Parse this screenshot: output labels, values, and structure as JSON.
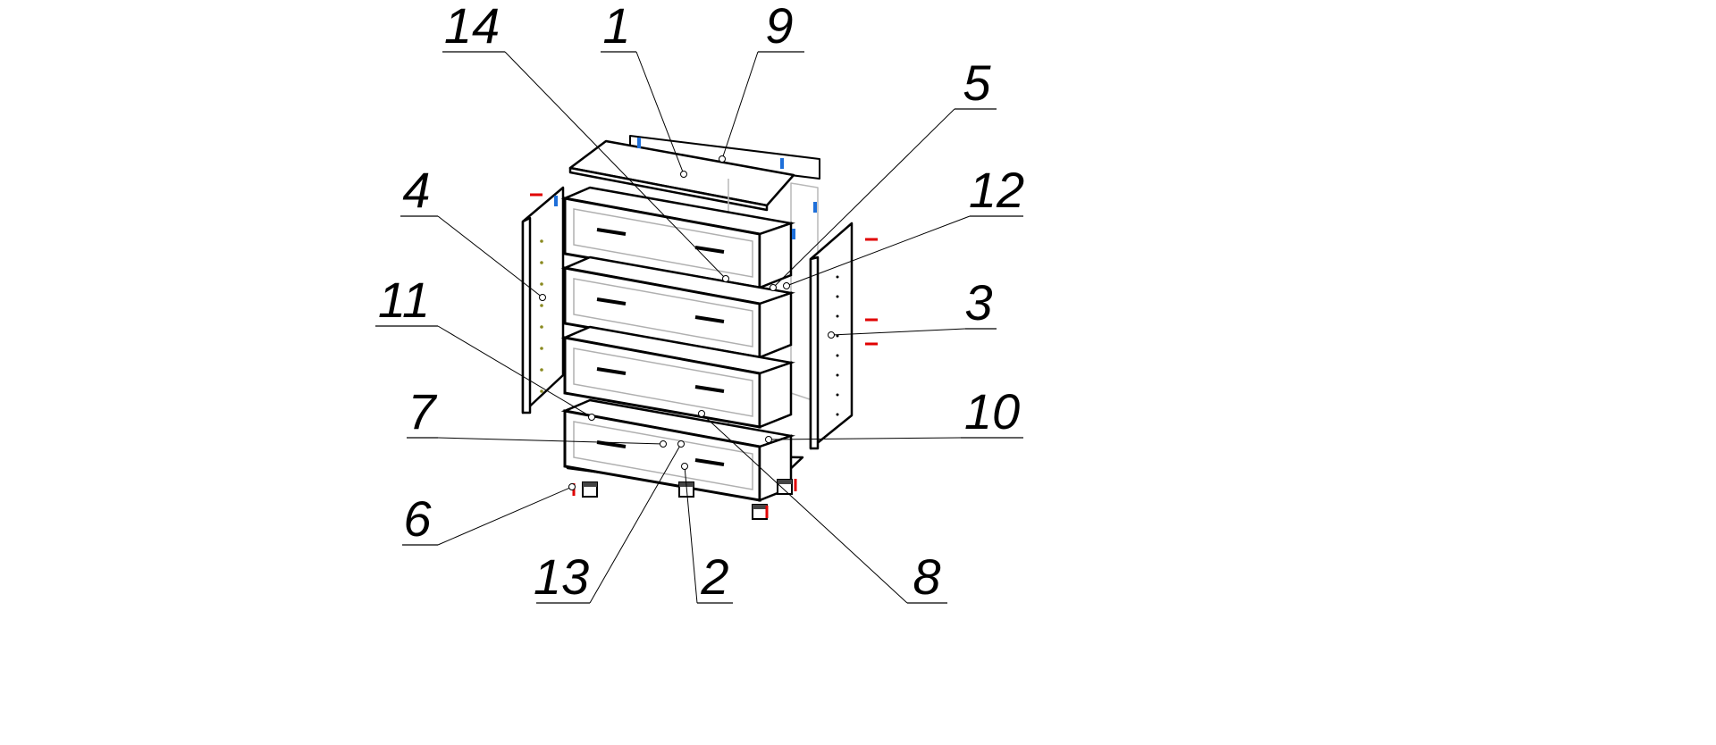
{
  "diagram": {
    "type": "exploded-assembly",
    "callouts": [
      {
        "label": "14"
      },
      {
        "label": "1"
      },
      {
        "label": "9"
      },
      {
        "label": "5"
      },
      {
        "label": "12"
      },
      {
        "label": "4"
      },
      {
        "label": "11"
      },
      {
        "label": "3"
      },
      {
        "label": "7"
      },
      {
        "label": "10"
      },
      {
        "label": "6"
      },
      {
        "label": "13"
      },
      {
        "label": "2"
      },
      {
        "label": "8"
      }
    ],
    "colors": {
      "line": "#000000",
      "hidden": "#b0b0b0",
      "screw": "#e00000",
      "connector": "#1e6fd9",
      "dowel": "#8a8a20"
    }
  }
}
